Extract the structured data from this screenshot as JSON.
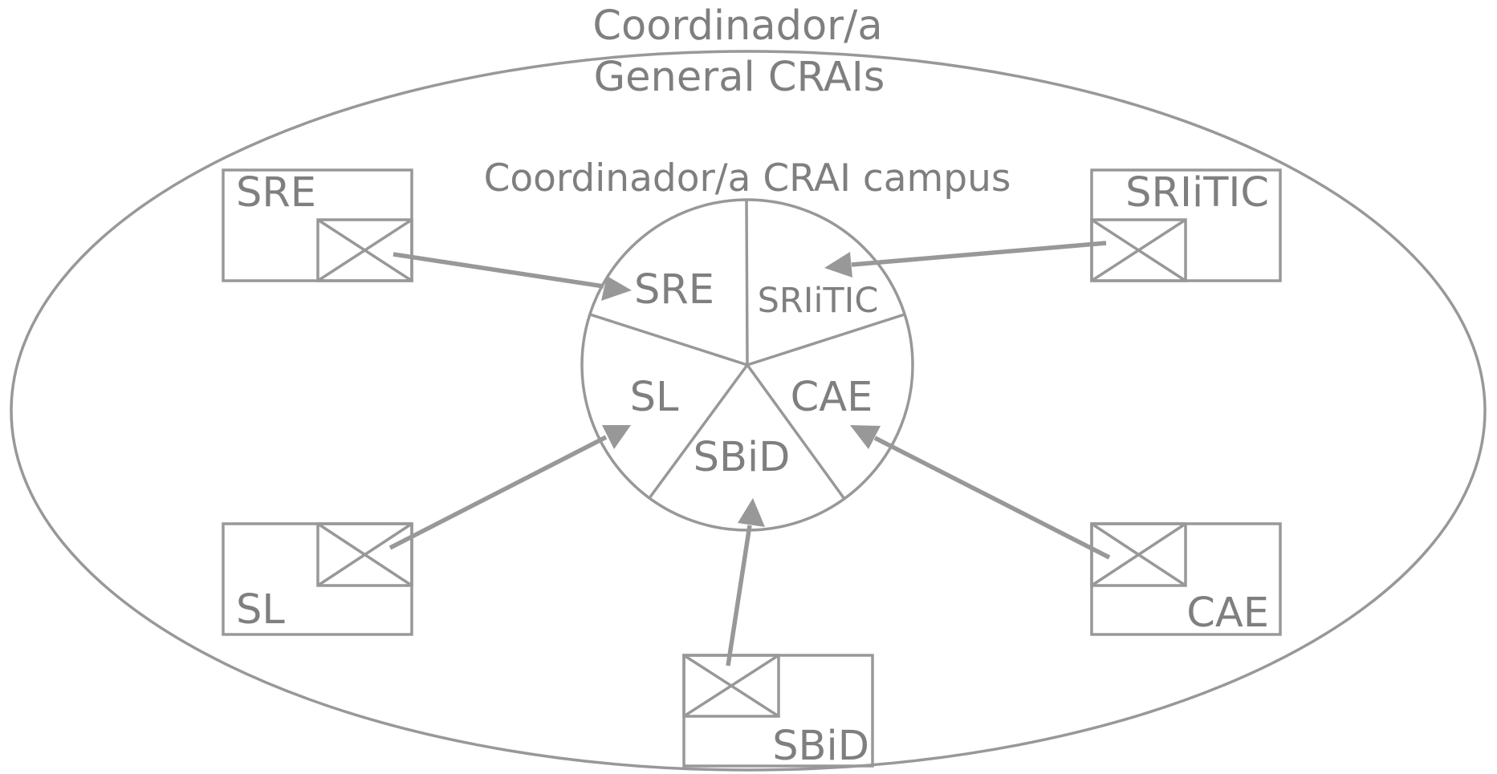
{
  "outer_title": {
    "line1": "Coordinador/a",
    "line2": "General CRAIs"
  },
  "campus_title": "Coordinador/a CRAI campus",
  "wheel": {
    "sre": "SRE",
    "sriitic": "SRIiTIC",
    "cae": "CAE",
    "sbid": "SBiD",
    "sl": "SL"
  },
  "units": {
    "sre": "SRE",
    "sriitic": "SRIiTIC",
    "sl": "SL",
    "sbid": "SBiD",
    "cae": "CAE"
  },
  "colors": {
    "line": "#989898",
    "text": "#7f7f7f"
  }
}
